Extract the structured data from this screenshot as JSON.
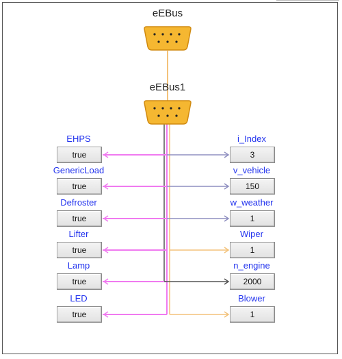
{
  "buses": [
    {
      "label": "eEBus"
    },
    {
      "label": "eEBus1"
    }
  ],
  "left_signals": [
    {
      "label": "EHPS",
      "value": "true"
    },
    {
      "label": "GenericLoad",
      "value": "true"
    },
    {
      "label": "Defroster",
      "value": "true"
    },
    {
      "label": "Lifter",
      "value": "true"
    },
    {
      "label": "Lamp",
      "value": "true"
    },
    {
      "label": "LED",
      "value": "true"
    }
  ],
  "right_signals": [
    {
      "label": "i_Index",
      "value": "3"
    },
    {
      "label": "v_vehicle",
      "value": "150"
    },
    {
      "label": "w_weather",
      "value": "1"
    },
    {
      "label": "Wiper",
      "value": "1"
    },
    {
      "label": "n_engine",
      "value": "2000"
    },
    {
      "label": "Blower",
      "value": "1"
    }
  ],
  "colors": {
    "connector_fill": "#f5b731",
    "connector_stroke": "#d08a10",
    "label_blue": "#2233ee",
    "wire_magenta": "#f07af0",
    "wire_orange": "#f3c27a",
    "wire_slate": "#8f8fc0",
    "wire_dark": "#555555"
  }
}
